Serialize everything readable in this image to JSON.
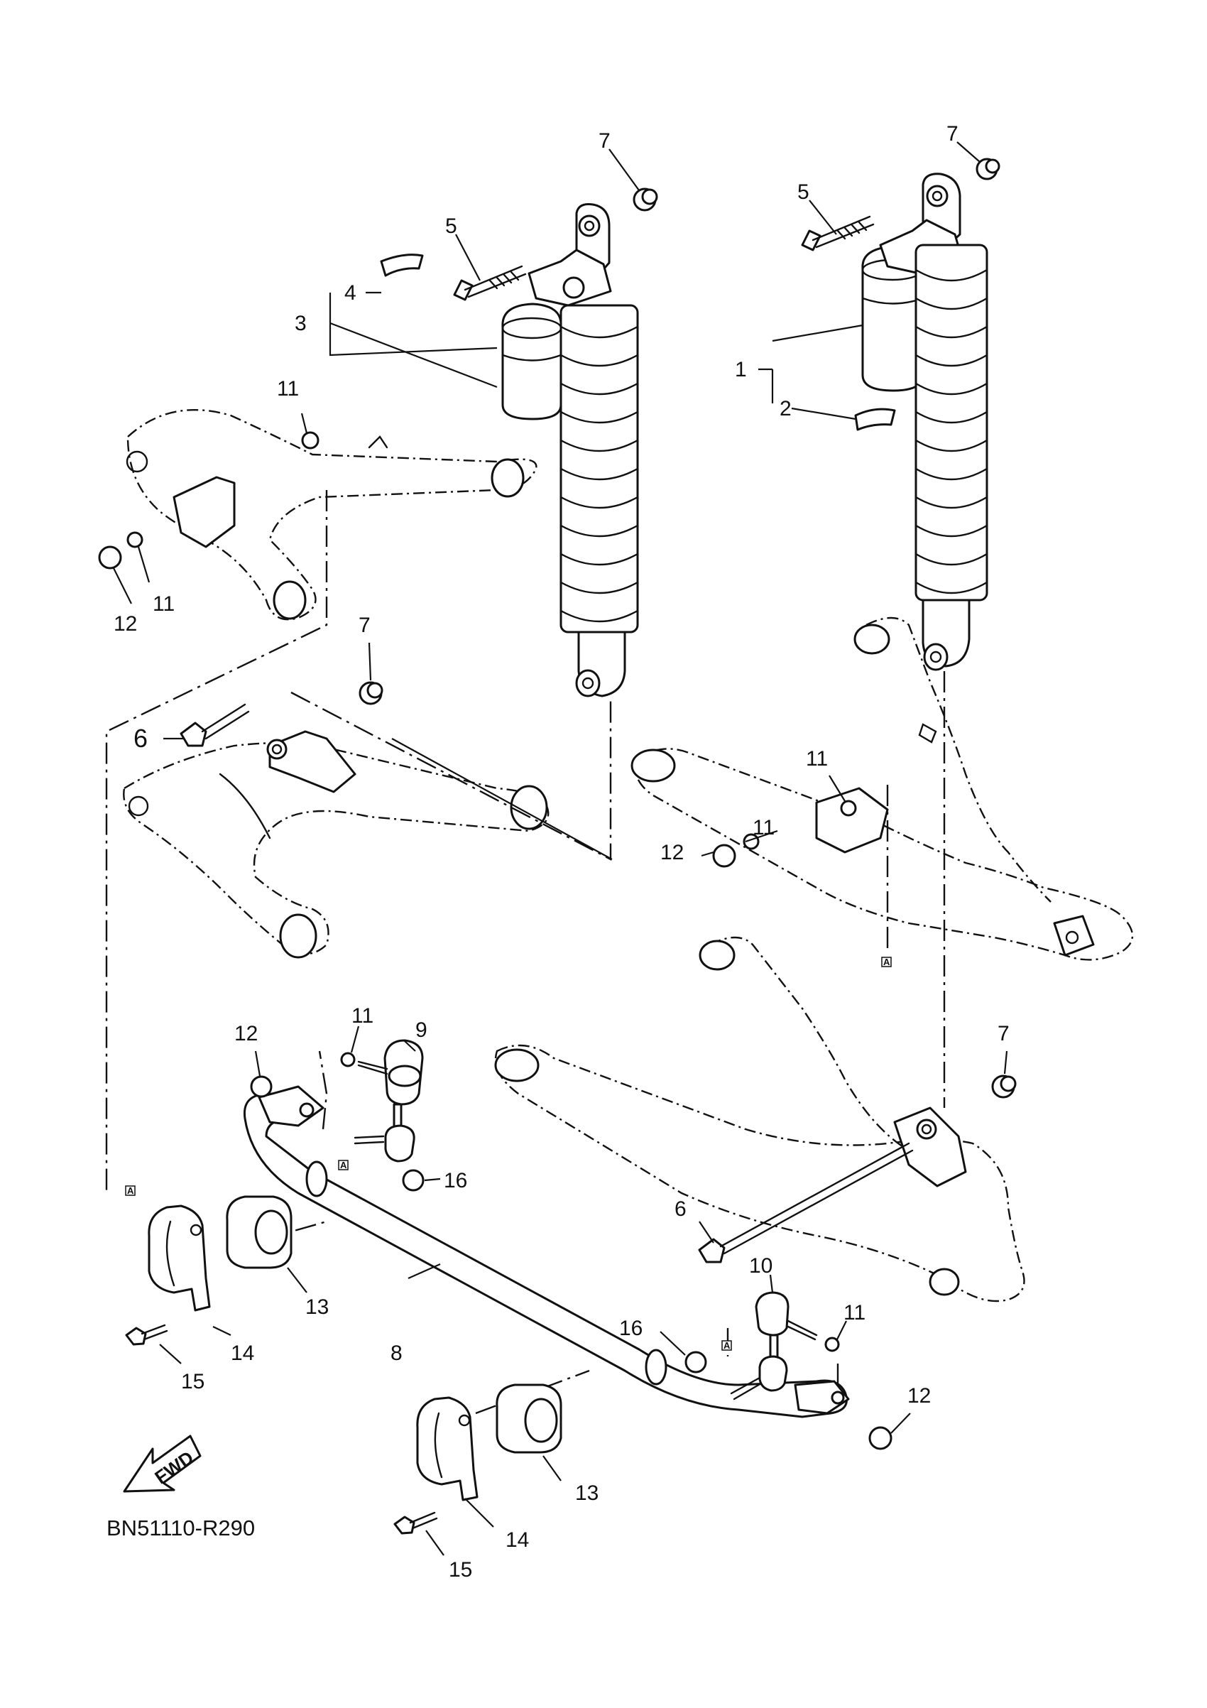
{
  "diagram": {
    "code": "BN51110-R290",
    "fwd_label": "FWD",
    "ref_marker": "A",
    "callouts": {
      "c1": "1",
      "c2": "2",
      "c3": "3",
      "c4": "4",
      "c5a": "5",
      "c5b": "5",
      "c6a": "6",
      "c6b": "6",
      "c7a": "7",
      "c7b": "7",
      "c7c": "7",
      "c7d": "7",
      "c8": "8",
      "c9": "9",
      "c10": "10",
      "c11a": "11",
      "c11b": "11",
      "c11c": "11",
      "c11d": "11",
      "c11e": "11",
      "c11f": "11",
      "c12a": "12",
      "c12b": "12",
      "c12c": "12",
      "c12d": "12",
      "c13a": "13",
      "c13b": "13",
      "c14a": "14",
      "c14b": "14",
      "c15a": "15",
      "c15b": "15",
      "c16a": "16",
      "c16b": "16"
    }
  }
}
